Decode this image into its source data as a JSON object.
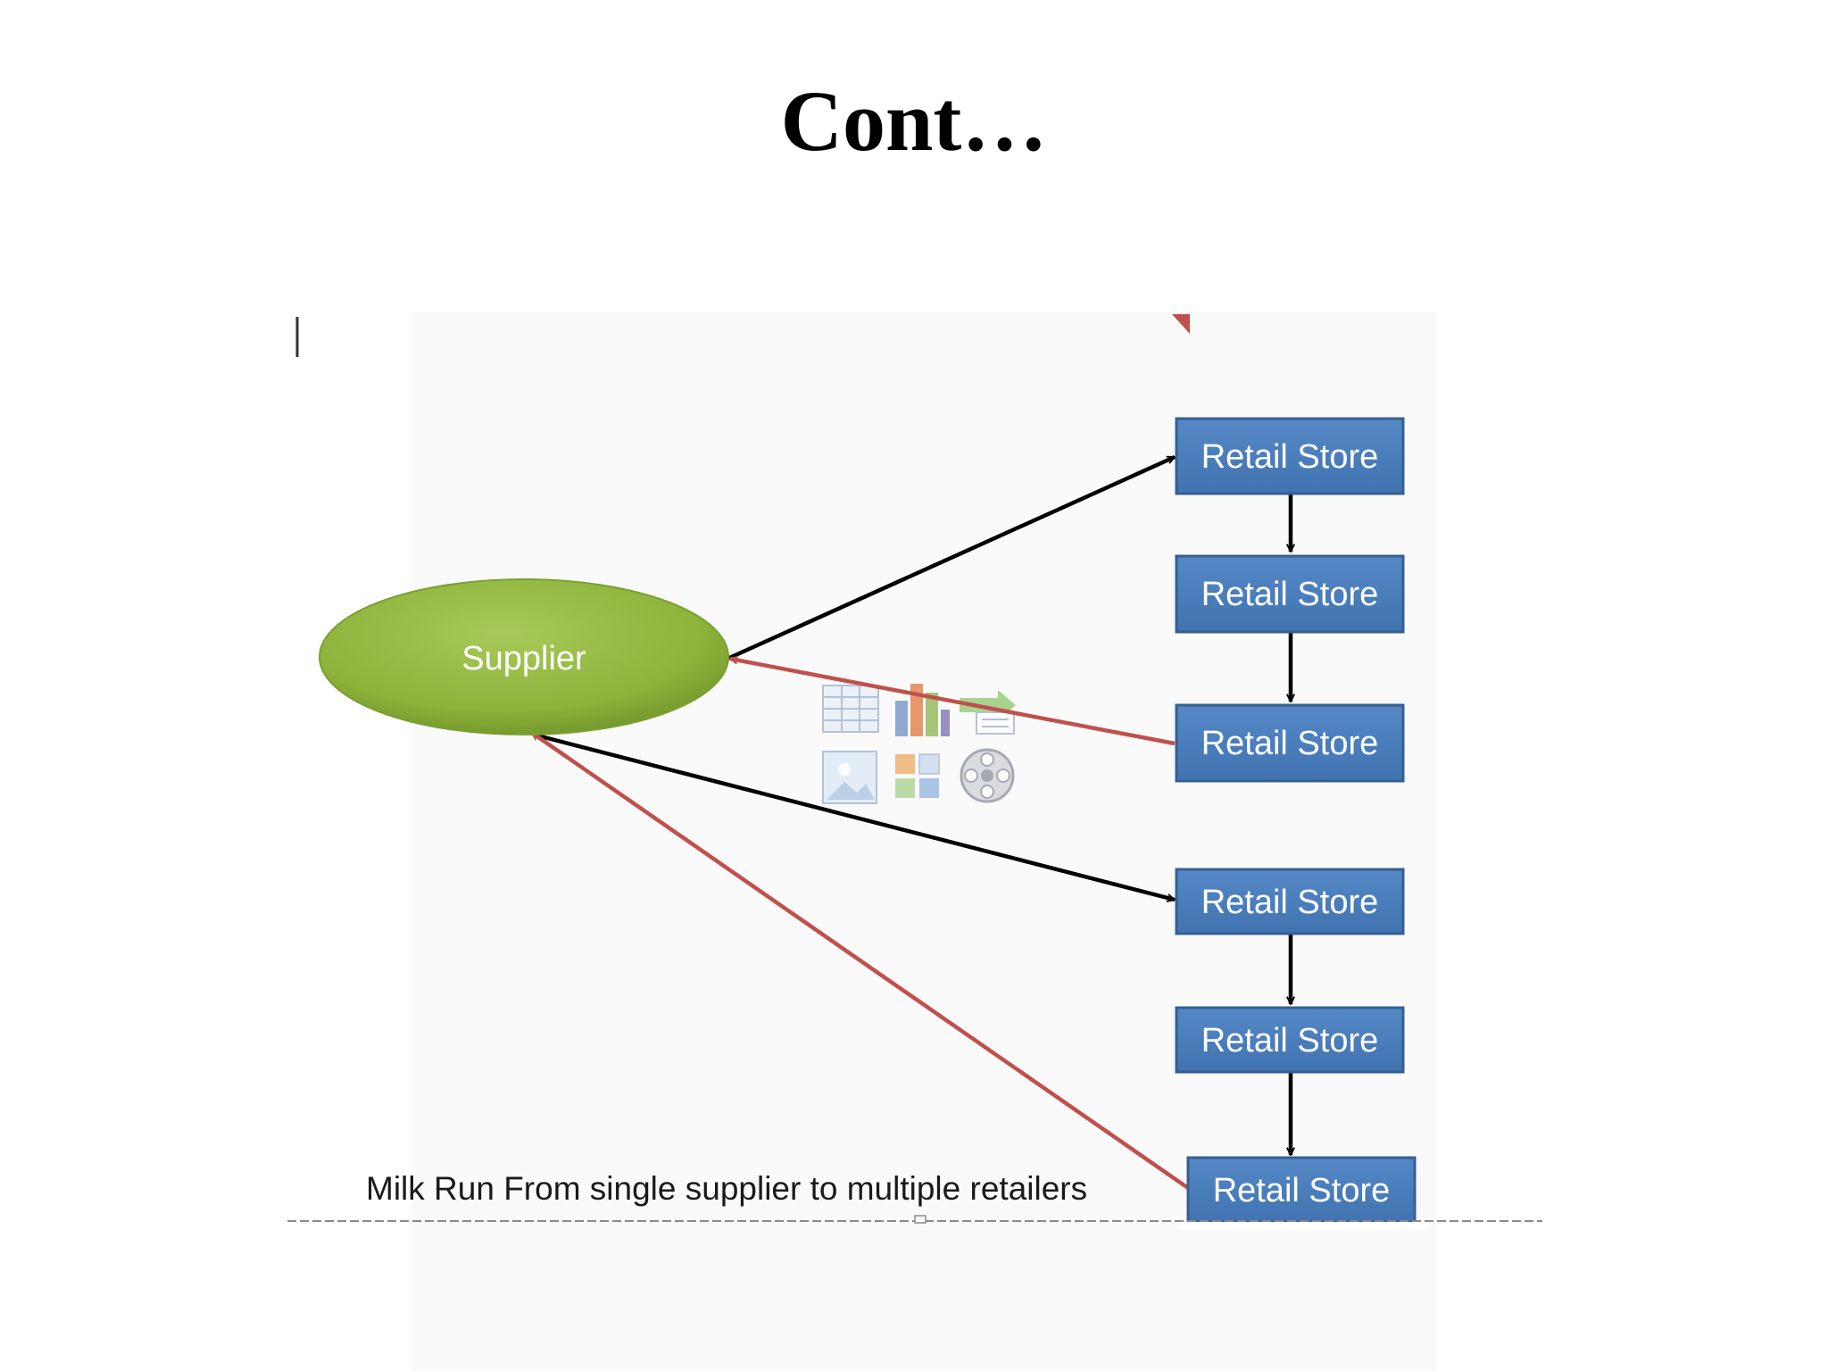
{
  "slide": {
    "title": "Cont…"
  },
  "diagram": {
    "supplier_label": "Supplier",
    "stores": [
      {
        "label": "Retail Store"
      },
      {
        "label": "Retail Store"
      },
      {
        "label": "Retail Store"
      },
      {
        "label": "Retail Store"
      },
      {
        "label": "Retail Store"
      },
      {
        "label": "Retail Store"
      }
    ],
    "caption": "Milk Run From single supplier to multiple retailers",
    "colors": {
      "supplier_fill": "#8db33a",
      "store_fill": "#4a7ebb",
      "store_border": "#355f91",
      "outbound_arrow": "#000000",
      "return_arrow": "#c0504d"
    },
    "placeholder_icons": [
      "table-icon",
      "chart-icon",
      "smartart-icon",
      "picture-icon",
      "clipart-icon",
      "media-icon"
    ]
  }
}
